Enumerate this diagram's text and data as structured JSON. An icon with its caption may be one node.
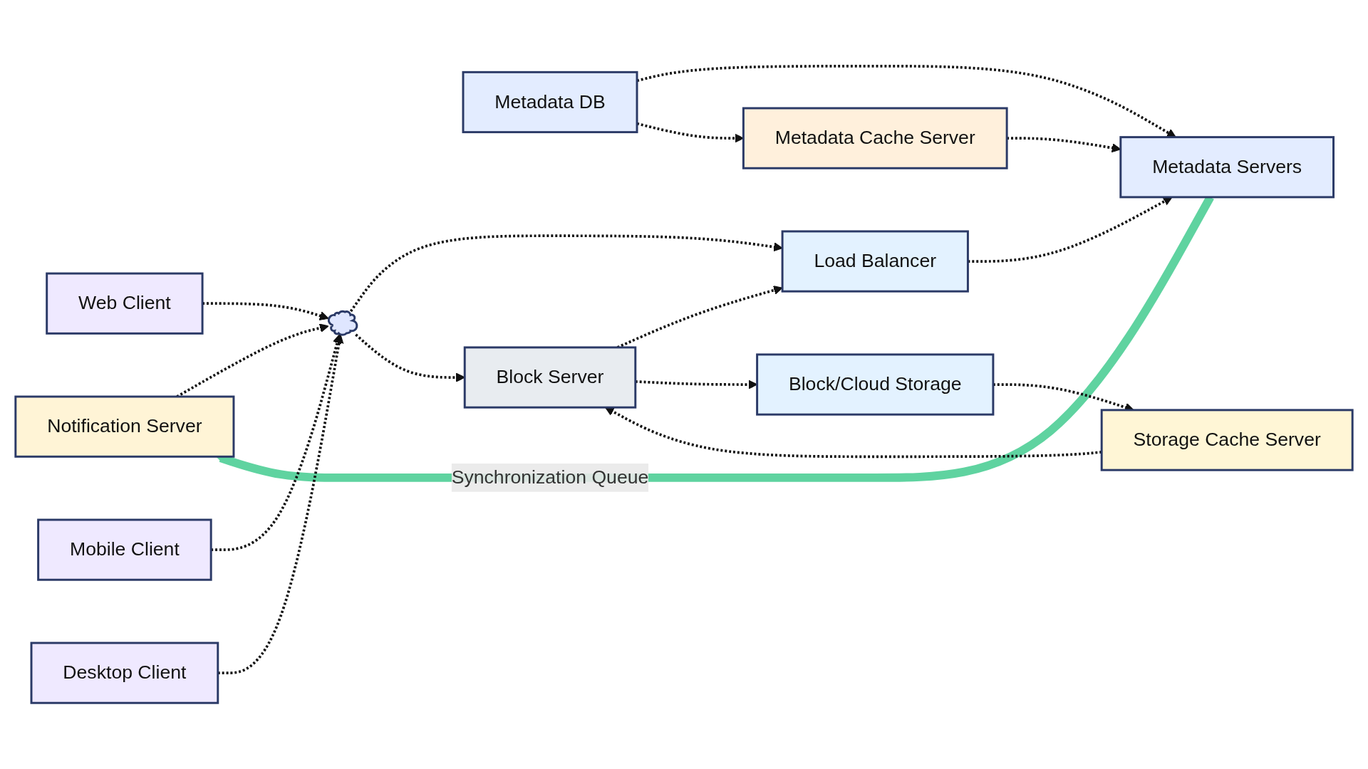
{
  "diagram": {
    "nodes": [
      {
        "text": [
          "Notification Server"
        ]
      },
      {
        "text": [
          "Metadata Servers"
        ]
      },
      {
        "text": [
          "Metadata DB"
        ]
      },
      {
        "text": [
          "Web Client"
        ]
      },
      {
        "text": [
          "Mobile Client"
        ]
      },
      {
        "text": [
          "Desktop Client"
        ]
      },
      {
        "text": [],
        "shape": "cloud"
      },
      {
        "text": [
          "Load Balancer"
        ]
      },
      {
        "text": [
          "Metadata Cache Server"
        ]
      },
      {
        "text": [
          "Storage Cache Server"
        ]
      },
      {
        "text": [
          "Block Server"
        ]
      },
      {
        "text": [
          "Block/Cloud Storage"
        ]
      }
    ],
    "edges": [
      {
        "from": 1,
        "to": 0,
        "arrow": "to",
        "label": "Synchronization Queue",
        "style": "thick",
        "color": "#5fd3a0"
      },
      {
        "from": 2,
        "to": 1,
        "arrow": "to",
        "style": "dashed"
      },
      {
        "from": 8,
        "to": 1,
        "arrow": "to",
        "style": "dashed"
      },
      {
        "from": 2,
        "to": 8,
        "arrow": "to",
        "style": "dashed"
      },
      {
        "from": 0,
        "to": 6,
        "arrow": "to",
        "style": "dashed"
      },
      {
        "from": 3,
        "to": 6,
        "arrow": "to",
        "style": "dashed"
      },
      {
        "from": 4,
        "to": 6,
        "arrow": "to",
        "style": "dashed"
      },
      {
        "from": 5,
        "to": 6,
        "arrow": "to",
        "style": "dashed"
      },
      {
        "from": 6,
        "to": 7,
        "arrow": "to",
        "style": "dashed"
      },
      {
        "from": 6,
        "to": 10,
        "arrow": "to",
        "style": "dashed"
      },
      {
        "from": 7,
        "to": 1,
        "arrow": "to",
        "style": "dashed"
      },
      {
        "from": 10,
        "to": 7,
        "arrow": "to",
        "style": "dashed"
      },
      {
        "from": 9,
        "to": 10,
        "arrow": "to",
        "style": "dashed"
      },
      {
        "from": 10,
        "to": 11,
        "arrow": "to",
        "style": "dashed"
      },
      {
        "from": 11,
        "to": 9,
        "arrow": "to",
        "style": "dashed"
      }
    ]
  }
}
